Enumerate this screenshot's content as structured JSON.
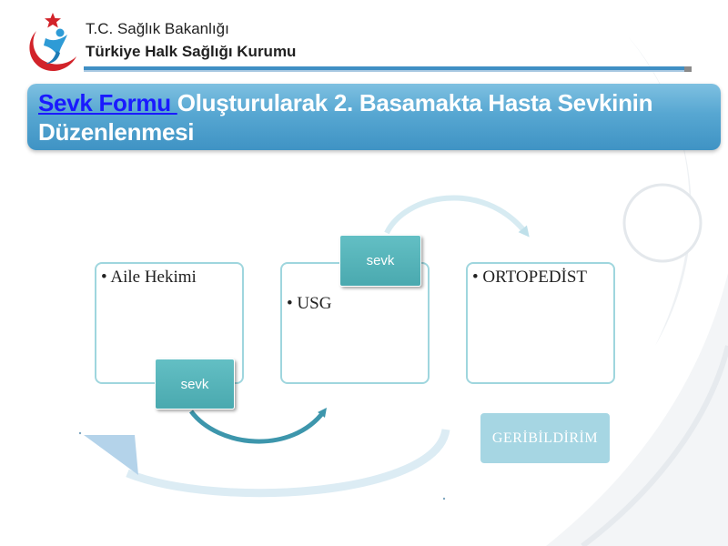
{
  "header": {
    "ministry": "T.C. Sağlık Bakanlığı",
    "institution": "Türkiye Halk Sağlığı Kurumu"
  },
  "title": {
    "link_text": "Sevk Formu ",
    "rest_line1": "Oluşturularak 2. Basamakta Hasta Sevkinin",
    "line2": "Düzenlenmesi"
  },
  "diagram": {
    "nodes": [
      {
        "label": "Aile Hekimi"
      },
      {
        "label": "USG"
      },
      {
        "label": "ORTOPEDİST"
      }
    ],
    "referral_labels": [
      "sevk",
      "sevk"
    ],
    "feedback_label": "GERİBİLDİRİM",
    "bullet": "•"
  },
  "colors": {
    "title_band": "#57a7d2",
    "link": "#1a1aff",
    "node_border": "#9fd6de",
    "referral_tag": "#4aa9af",
    "feedback_tag": "#a6d6e3",
    "arrow": "#3d96ac"
  },
  "icons": {
    "logo": "ministry-logo-icon"
  }
}
